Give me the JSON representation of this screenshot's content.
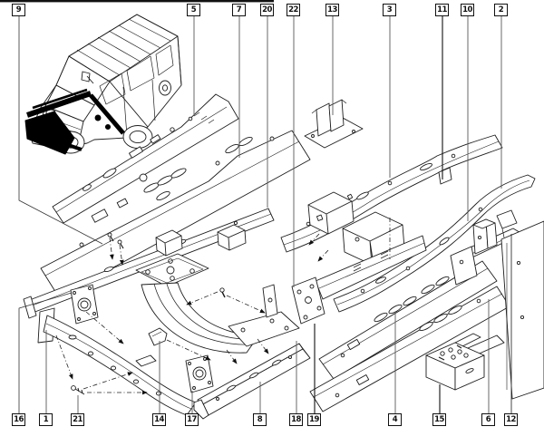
{
  "diagram": {
    "kind": "exploded-chassis-parts-diagram",
    "callouts": {
      "top": [
        "9",
        "5",
        "7",
        "20",
        "22",
        "13",
        "3",
        "11",
        "10",
        "2"
      ],
      "bottom": [
        "16",
        "1",
        "21",
        "14",
        "17",
        "8",
        "18",
        "19",
        "4",
        "15",
        "6",
        "12"
      ]
    },
    "colors": {
      "background": "#ffffff",
      "line": "#1d1d1d",
      "leader": "#5a5a5a",
      "highlight": "#000000"
    }
  }
}
